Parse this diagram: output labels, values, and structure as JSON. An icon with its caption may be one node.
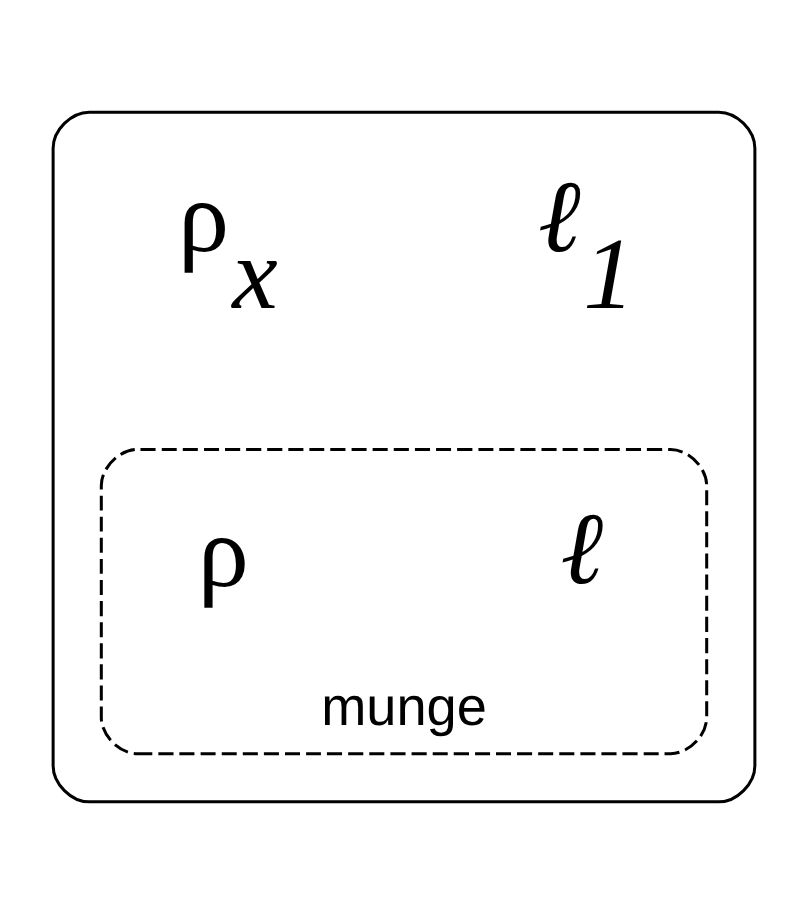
{
  "diagram": {
    "nodes": [
      {
        "text": [],
        "shape": "box"
      },
      {
        "text": [
          "ρ$_{x}$"
        ],
        "in": 0
      },
      {
        "text": [
          "*ℓ*$_{1}$"
        ],
        "in": 0
      },
      {
        "text": [
          "munge"
        ],
        "in": 0
      },
      {
        "text": [
          "ρ"
        ],
        "in": 3
      },
      {
        "text": [
          "*ℓ*"
        ],
        "in": 3
      }
    ],
    "edges": []
  }
}
